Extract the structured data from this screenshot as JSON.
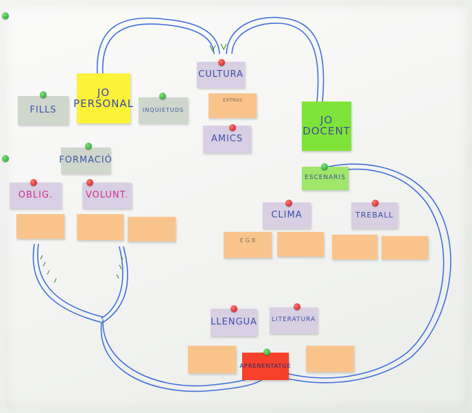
{
  "notes": {
    "jo_personal": "JO PERSONAL",
    "fills": "FILLS",
    "inquietuds": "INQUIETUDS",
    "formacio": "FORMACIÓ",
    "oblig": "OBLIG.",
    "volunt": "VOLUNT.",
    "cultura": "CULTURA",
    "amics": "AMICS",
    "jo_docent": "JO DOCENT",
    "escenaris": "ESCENARIS",
    "clima": "CLIMA",
    "treball": "TREBALL",
    "llengua": "LLENGUA",
    "literatura": "LITERATURA",
    "aprenentatge": "APRENENTATGE"
  },
  "peach_notes": {
    "extras": "EXTRAS",
    "egb": "E G B"
  },
  "colors": {
    "yellow": "#fbf23a",
    "green": "#7fe43a",
    "lavender": "#d9cfe3",
    "gray_green": "#cfd6cc",
    "peach": "#f9c48c",
    "red": "#f5402a",
    "ink_blue": "#3a4fa8",
    "ink_pink": "#d0318f",
    "marker_blue": "#3f6fd8"
  }
}
